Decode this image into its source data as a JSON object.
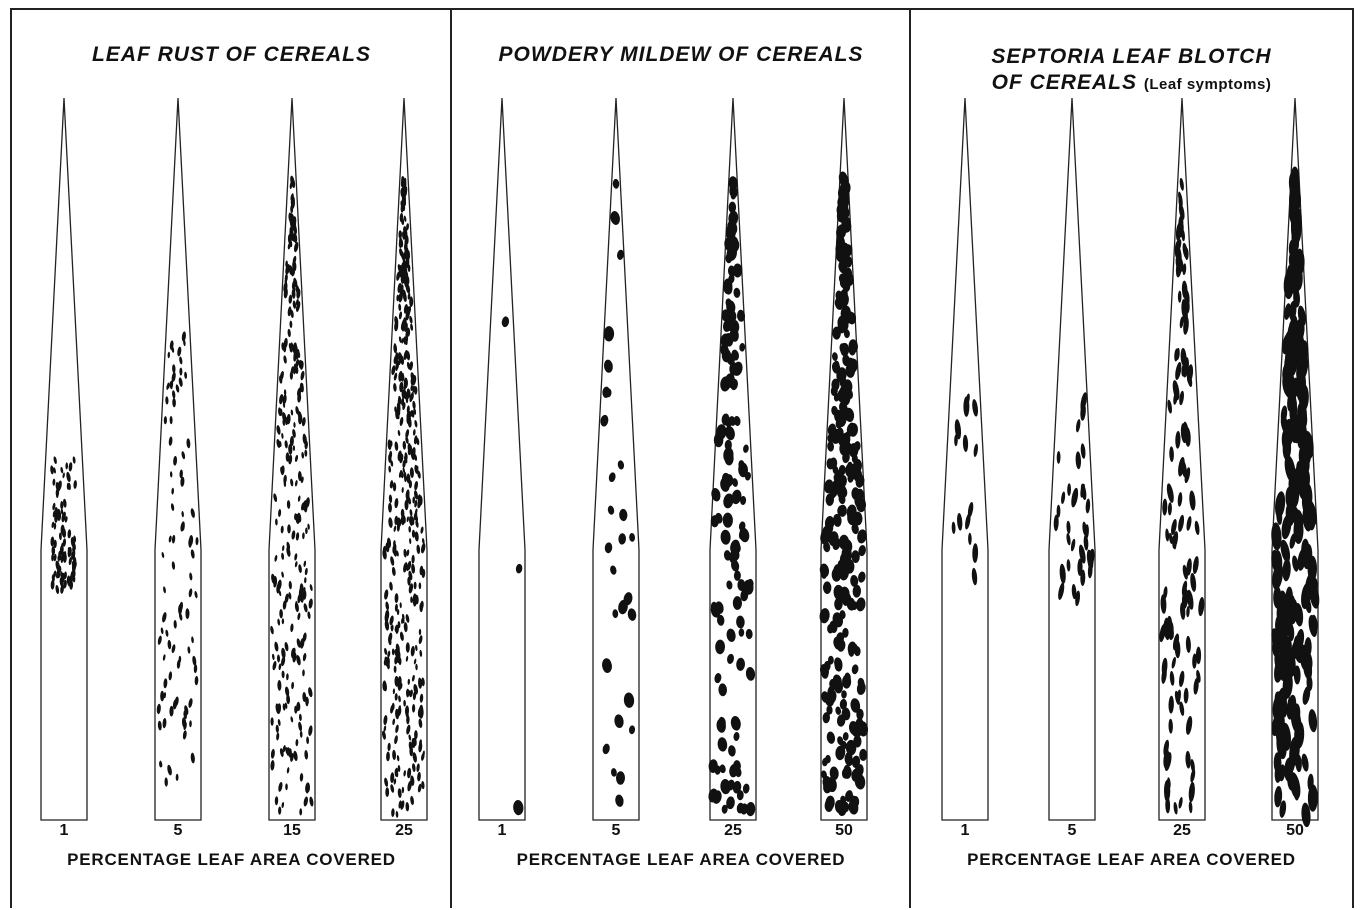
{
  "figure": {
    "panels": [
      {
        "id": "leaf-rust",
        "title": "LEAF RUST OF CEREALS",
        "subtitle": "",
        "caption": "PERCENTAGE LEAF AREA COVERED",
        "leaf_values": [
          1,
          5,
          15,
          25
        ],
        "leaf_labels": [
          "1",
          "5",
          "15",
          "25"
        ],
        "lesion_shape": "small-oval"
      },
      {
        "id": "powdery-mildew",
        "title": "POWDERY MILDEW OF CEREALS",
        "subtitle": "",
        "caption": "PERCENTAGE LEAF AREA COVERED",
        "leaf_values": [
          1,
          5,
          25,
          50
        ],
        "leaf_labels": [
          "1",
          "5",
          "25",
          "50"
        ],
        "lesion_shape": "round-blob"
      },
      {
        "id": "septoria",
        "title": "SEPTORIA LEAF BLOTCH",
        "title_line2": "OF CEREALS",
        "subtitle": "(Leaf symptoms)",
        "caption": "PERCENTAGE LEAF AREA COVERED",
        "leaf_values": [
          1,
          5,
          25,
          50
        ],
        "leaf_labels": [
          "1",
          "5",
          "25",
          "50"
        ],
        "lesion_shape": "elongated-blotch"
      }
    ],
    "colors": {
      "ink": "#111111",
      "paper": "#ffffff",
      "frame": "#222222"
    }
  }
}
